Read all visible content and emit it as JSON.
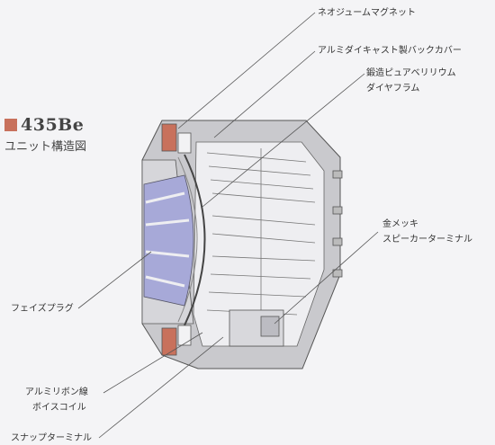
{
  "title": {
    "model": "435Be",
    "subtitle": "ユニット構造図",
    "swatch_color": "#c8715c"
  },
  "labels": [
    {
      "id": "neodymium-magnet",
      "text": "ネオジュームマグネット"
    },
    {
      "id": "aluminum-die-cast-back-cover",
      "text": "アルミダイキャスト製バックカバー"
    },
    {
      "id": "forged-beryllium-diaphragm",
      "line1": "鍛造ピュアベリリウム",
      "line2": "ダイヤフラム"
    },
    {
      "id": "gold-plated-terminal",
      "line1": "金メッキ",
      "line2": "スピーカーターミナル"
    },
    {
      "id": "phase-plug",
      "text": "フェイズプラグ"
    },
    {
      "id": "aluminum-ribbon-voice-coil",
      "line1": "アルミリボン線",
      "line2": "ボイスコイル"
    },
    {
      "id": "snap-terminal",
      "text": "スナップターミナル"
    }
  ],
  "colors": {
    "body_gray": "#c9c9cd",
    "inner_light": "#eeeef1",
    "phase_plug_blue": "#a7a9d8",
    "magnet_red": "#c8715c",
    "line": "#555555"
  }
}
